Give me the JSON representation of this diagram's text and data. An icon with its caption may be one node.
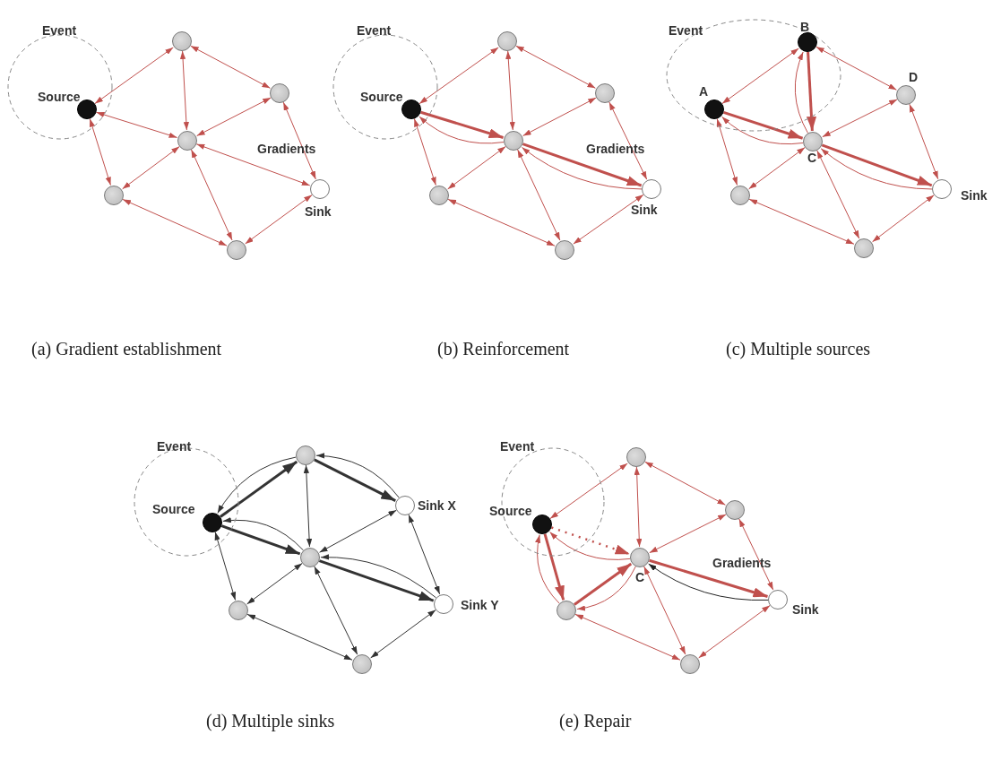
{
  "diagram": {
    "nodes": [
      {
        "text": [
          "Event"
        ]
      },
      {
        "text": [],
        "shape": "circle",
        "beside": [
          "Source"
        ],
        "in": 0
      },
      {
        "text": [],
        "shape": "circle"
      },
      {
        "text": [],
        "shape": "circle"
      },
      {
        "text": [],
        "shape": "circle"
      },
      {
        "text": [],
        "shape": "circle",
        "beside": [
          "Sink"
        ]
      },
      {
        "text": [],
        "shape": "circle"
      },
      {
        "text": [],
        "shape": "circle"
      },
      {
        "text": [
          "Event"
        ]
      },
      {
        "text": [],
        "shape": "circle",
        "beside": [
          "Source"
        ],
        "in": 8
      },
      {
        "text": [],
        "shape": "circle"
      },
      {
        "text": [],
        "shape": "circle"
      },
      {
        "text": [],
        "shape": "circle"
      },
      {
        "text": [],
        "shape": "circle",
        "beside": [
          "Sink"
        ]
      },
      {
        "text": [],
        "shape": "circle"
      },
      {
        "text": [],
        "shape": "circle"
      },
      {
        "text": [
          "Event"
        ]
      },
      {
        "text": [],
        "shape": "circle",
        "beside": [
          "B"
        ],
        "in": 16
      },
      {
        "text": [],
        "shape": "circle",
        "beside": [
          "D"
        ]
      },
      {
        "text": [],
        "shape": "circle",
        "beside": [
          "A"
        ],
        "in": 16
      },
      {
        "text": [],
        "shape": "circle",
        "beside": [
          "C"
        ]
      },
      {
        "text": [],
        "shape": "circle",
        "beside": [
          "Sink"
        ]
      },
      {
        "text": [],
        "shape": "circle"
      },
      {
        "text": [],
        "shape": "circle"
      },
      {
        "text": [
          "Event"
        ]
      },
      {
        "text": [],
        "shape": "circle"
      },
      {
        "text": [],
        "shape": "circle",
        "beside": [
          "Sink X"
        ]
      },
      {
        "text": [],
        "shape": "circle",
        "beside": [
          "Source"
        ],
        "in": 24
      },
      {
        "text": [],
        "shape": "circle"
      },
      {
        "text": [],
        "shape": "circle",
        "beside": [
          "Sink Y"
        ]
      },
      {
        "text": [],
        "shape": "circle"
      },
      {
        "text": [],
        "shape": "circle"
      },
      {
        "text": [
          "Event"
        ]
      },
      {
        "text": [],
        "shape": "circle"
      },
      {
        "text": [],
        "shape": "circle"
      },
      {
        "text": [],
        "shape": "circle",
        "beside": [
          "Source"
        ],
        "in": 32
      },
      {
        "text": [],
        "shape": "circle",
        "beside": [
          "C"
        ]
      },
      {
        "text": [],
        "shape": "circle",
        "beside": [
          "Sink"
        ]
      },
      {
        "text": [],
        "shape": "circle"
      },
      {
        "text": [],
        "shape": "circle"
      }
    ],
    "edges": [
      {
        "from": 1,
        "to": 2,
        "arrow": "both"
      },
      {
        "from": 2,
        "to": 3,
        "arrow": "both"
      },
      {
        "from": 1,
        "to": 4,
        "arrow": "both"
      },
      {
        "from": 2,
        "to": 4,
        "arrow": "both"
      },
      {
        "from": 3,
        "to": 4,
        "arrow": "both"
      },
      {
        "from": 3,
        "to": 5,
        "arrow": "both"
      },
      {
        "from": 4,
        "to": 5,
        "arrow": "both",
        "label": "Gradients"
      },
      {
        "from": 1,
        "to": 6,
        "arrow": "both"
      },
      {
        "from": 4,
        "to": 6,
        "arrow": "both"
      },
      {
        "from": 4,
        "to": 7,
        "arrow": "both"
      },
      {
        "from": 6,
        "to": 7,
        "arrow": "both"
      },
      {
        "from": 5,
        "to": 7,
        "arrow": "both"
      },
      {
        "from": 9,
        "to": 10,
        "arrow": "both"
      },
      {
        "from": 10,
        "to": 11,
        "arrow": "both"
      },
      {
        "from": 9,
        "to": 12,
        "arrow": "to",
        "style": "thick"
      },
      {
        "from": 12,
        "to": 9,
        "arrow": "to"
      },
      {
        "from": 10,
        "to": 12,
        "arrow": "both"
      },
      {
        "from": 11,
        "to": 12,
        "arrow": "both"
      },
      {
        "from": 11,
        "to": 13,
        "arrow": "both"
      },
      {
        "from": 12,
        "to": 13,
        "arrow": "to",
        "style": "thick",
        "label": "Gradients"
      },
      {
        "from": 13,
        "to": 12,
        "arrow": "to"
      },
      {
        "from": 9,
        "to": 14,
        "arrow": "both"
      },
      {
        "from": 12,
        "to": 14,
        "arrow": "both"
      },
      {
        "from": 12,
        "to": 15,
        "arrow": "both"
      },
      {
        "from": 14,
        "to": 15,
        "arrow": "both"
      },
      {
        "from": 13,
        "to": 15,
        "arrow": "both"
      },
      {
        "from": 19,
        "to": 17,
        "arrow": "both"
      },
      {
        "from": 17,
        "to": 20,
        "arrow": "to",
        "style": "thick"
      },
      {
        "from": 20,
        "to": 17,
        "arrow": "to"
      },
      {
        "from": 17,
        "to": 18,
        "arrow": "both"
      },
      {
        "from": 19,
        "to": 20,
        "arrow": "to",
        "style": "thick"
      },
      {
        "from": 20,
        "to": 19,
        "arrow": "to"
      },
      {
        "from": 18,
        "to": 20,
        "arrow": "both"
      },
      {
        "from": 18,
        "to": 21,
        "arrow": "both"
      },
      {
        "from": 20,
        "to": 21,
        "arrow": "to",
        "style": "thick"
      },
      {
        "from": 21,
        "to": 20,
        "arrow": "to"
      },
      {
        "from": 19,
        "to": 22,
        "arrow": "both"
      },
      {
        "from": 20,
        "to": 22,
        "arrow": "both"
      },
      {
        "from": 20,
        "to": 23,
        "arrow": "both"
      },
      {
        "from": 22,
        "to": 23,
        "arrow": "both"
      },
      {
        "from": 21,
        "to": 23,
        "arrow": "both"
      },
      {
        "from": 27,
        "to": 25,
        "arrow": "to",
        "style": "thick",
        "color": "#333333"
      },
      {
        "from": 25,
        "to": 27,
        "arrow": "to",
        "color": "#333333"
      },
      {
        "from": 25,
        "to": 26,
        "arrow": "to",
        "style": "thick",
        "color": "#333333"
      },
      {
        "from": 26,
        "to": 25,
        "arrow": "to",
        "color": "#333333"
      },
      {
        "from": 25,
        "to": 28,
        "arrow": "both",
        "color": "#333333"
      },
      {
        "from": 26,
        "to": 28,
        "arrow": "both",
        "color": "#333333"
      },
      {
        "from": 26,
        "to": 29,
        "arrow": "both",
        "color": "#333333"
      },
      {
        "from": 27,
        "to": 28,
        "arrow": "to",
        "style": "thick",
        "color": "#333333"
      },
      {
        "from": 28,
        "to": 27,
        "arrow": "to",
        "color": "#333333"
      },
      {
        "from": 28,
        "to": 29,
        "arrow": "to",
        "style": "thick",
        "color": "#333333"
      },
      {
        "from": 29,
        "to": 28,
        "arrow": "to",
        "color": "#333333"
      },
      {
        "from": 27,
        "to": 30,
        "arrow": "both",
        "color": "#333333"
      },
      {
        "from": 28,
        "to": 30,
        "arrow": "both",
        "color": "#333333"
      },
      {
        "from": 28,
        "to": 31,
        "arrow": "both",
        "color": "#333333"
      },
      {
        "from": 30,
        "to": 31,
        "arrow": "both",
        "color": "#333333"
      },
      {
        "from": 29,
        "to": 31,
        "arrow": "both",
        "color": "#333333"
      },
      {
        "from": 35,
        "to": 33,
        "arrow": "both"
      },
      {
        "from": 33,
        "to": 34,
        "arrow": "both"
      },
      {
        "from": 33,
        "to": 36,
        "arrow": "both"
      },
      {
        "from": 34,
        "to": 36,
        "arrow": "both"
      },
      {
        "from": 34,
        "to": 37,
        "arrow": "both"
      },
      {
        "from": 35,
        "to": 36,
        "arrow": "to",
        "style": "dashed"
      },
      {
        "from": 36,
        "to": 35,
        "arrow": "to"
      },
      {
        "from": 35,
        "to": 38,
        "arrow": "to",
        "style": "thick"
      },
      {
        "from": 38,
        "to": 35,
        "arrow": "to"
      },
      {
        "from": 38,
        "to": 36,
        "arrow": "to",
        "style": "thick"
      },
      {
        "from": 36,
        "to": 38,
        "arrow": "to"
      },
      {
        "from": 36,
        "to": 37,
        "arrow": "to",
        "style": "thick",
        "label": "Gradients"
      },
      {
        "from": 37,
        "to": 36,
        "arrow": "to",
        "color": "#222222"
      },
      {
        "from": 36,
        "to": 39,
        "arrow": "both"
      },
      {
        "from": 38,
        "to": 39,
        "arrow": "both"
      },
      {
        "from": 37,
        "to": 39,
        "arrow": "both"
      }
    ],
    "labels": [
      "(a) Gradient establishment",
      "(b) Reinforcement",
      "(c) Multiple sources",
      "(d) Multiple sinks",
      "(e) Repair"
    ]
  }
}
